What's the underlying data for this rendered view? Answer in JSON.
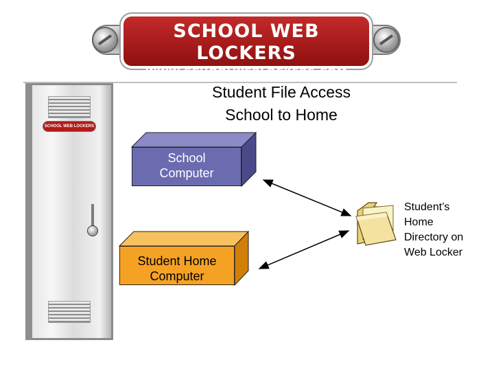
{
  "logo": {
    "name": "SCHOOL WEB LOCKERS",
    "url": "WWW.SCHOOLWEBLOCKERS.COM"
  },
  "locker": {
    "tag": "SCHOOL WEB LOCKERS"
  },
  "title": {
    "line1": "Student File Access",
    "line2": "School to Home"
  },
  "school_computer": {
    "line1": "School",
    "line2": "Computer",
    "color": "#6b6bb0"
  },
  "home_computer": {
    "line1": "Student Home",
    "line2": "Computer",
    "color": "#f5a224"
  },
  "locker_directory": {
    "icon": "folder-icon",
    "lines": [
      "Student’s",
      "Home",
      "Directory on",
      "Web Locker"
    ]
  }
}
